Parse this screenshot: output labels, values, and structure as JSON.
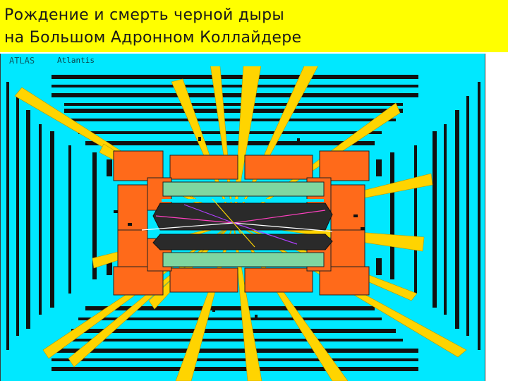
{
  "slide": {
    "title_line1": "Рождение и смерть черной дыры",
    "title_line2": "на Большом  Адронном Коллайдере"
  },
  "viewer": {
    "detector_label": "ATLAS",
    "app_label": "Atlantis"
  },
  "colors": {
    "title_bg": "#ffff00",
    "detector_bg": "#00e8ff",
    "calorimeter": "#ff6a1a",
    "tracker": "#7fd6a0",
    "energy_deposits": "#ffd400",
    "muon_chambers": "#111111"
  }
}
